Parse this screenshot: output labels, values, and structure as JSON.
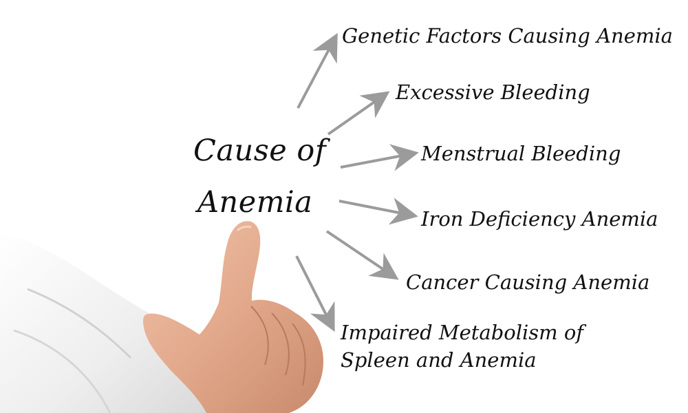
{
  "central_topic": {
    "line1": "Cause of",
    "line2": "Anemia"
  },
  "causes": [
    {
      "lines": [
        "Genetic Factors Causing Anemia"
      ]
    },
    {
      "lines": [
        "Excessive Bleeding"
      ]
    },
    {
      "lines": [
        "Menstrual Bleeding"
      ]
    },
    {
      "lines": [
        "Iron Deficiency Anemia"
      ]
    },
    {
      "lines": [
        "Cancer Causing Anemia"
      ]
    },
    {
      "lines": [
        "Impaired Metabolism of",
        "Spleen and Anemia"
      ]
    }
  ],
  "colors": {
    "text": "#111111",
    "arrow": "#9b9b9b",
    "background": "#ffffff",
    "sleeve": "#f4f4f4",
    "skin": "#e8b49a"
  }
}
